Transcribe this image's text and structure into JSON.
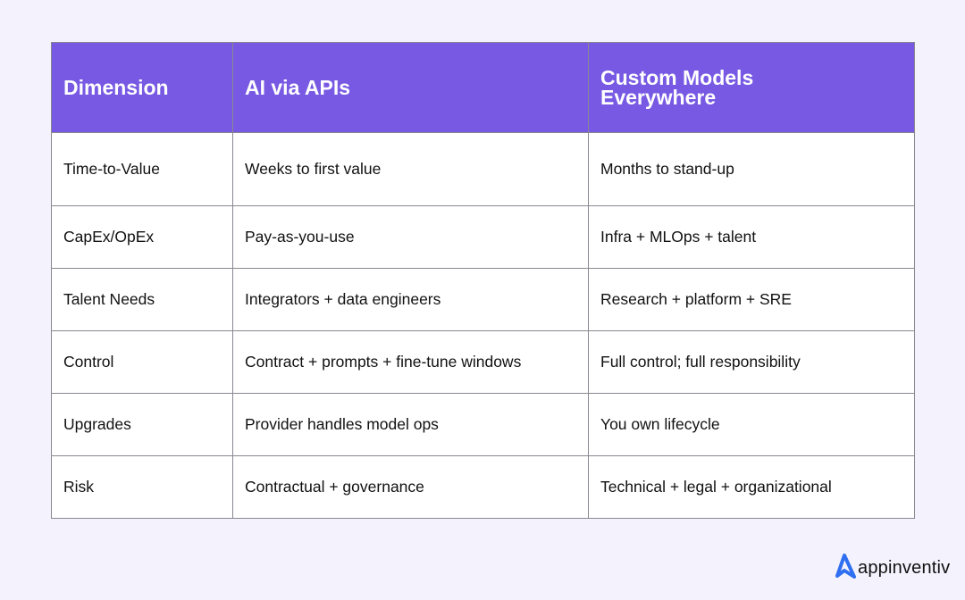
{
  "table": {
    "headers": [
      "Dimension",
      "AI via APIs",
      "Custom Models Everywhere"
    ],
    "rows": [
      [
        "Time-to-Value",
        "Weeks to first value",
        "Months to stand-up"
      ],
      [
        "CapEx/OpEx",
        "Pay-as-you-use",
        "Infra + MLOps + talent"
      ],
      [
        "Talent Needs",
        "Integrators + data engineers",
        "Research + platform + SRE"
      ],
      [
        "Control",
        "Contract + prompts + fine-tune windows",
        "Full control; full responsibility"
      ],
      [
        "Upgrades",
        "Provider handles model ops",
        "You own lifecycle"
      ],
      [
        "Risk",
        "Contractual + governance",
        "Technical + legal + organizational"
      ]
    ]
  },
  "brand": {
    "name": "appinventiv",
    "icon": "appinventiv-logo-icon"
  },
  "colors": {
    "header_bg": "#7759e3",
    "page_bg": "#f4f2fd",
    "brand_blue": "#2f6ff0"
  }
}
